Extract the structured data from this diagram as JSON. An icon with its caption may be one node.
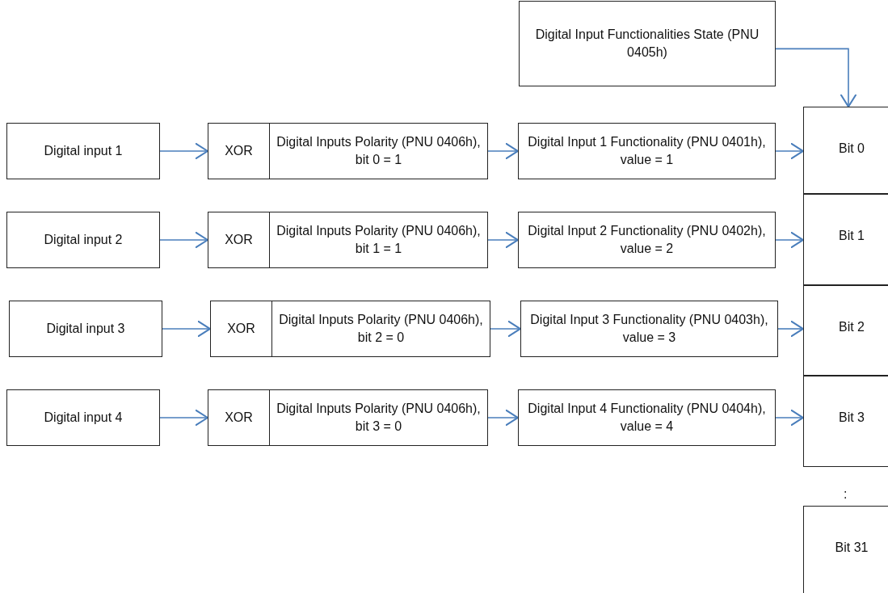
{
  "diagram": {
    "nodes": [
      {
        "text": [
          "Digital Input Functionalities State (PNU 0405h)"
        ]
      },
      {
        "text": [
          "Digital input 1"
        ]
      },
      {
        "text": [
          "XOR"
        ]
      },
      {
        "text": [
          "Digital Inputs Polarity (PNU 0406h), bit 0 = 1"
        ]
      },
      {
        "text": [
          "Digital Input 1 Functionality (PNU 0401h), value = 1"
        ]
      },
      {
        "text": [
          "Bit 0"
        ]
      },
      {
        "text": [
          "Digital input 2"
        ]
      },
      {
        "text": [
          "XOR"
        ]
      },
      {
        "text": [
          "Digital Inputs Polarity (PNU 0406h), bit 1 = 1"
        ]
      },
      {
        "text": [
          "Digital Input 2 Functionality (PNU 0402h), value = 2"
        ]
      },
      {
        "text": [
          "Bit 1"
        ]
      },
      {
        "text": [
          "Digital input 3"
        ]
      },
      {
        "text": [
          "XOR"
        ]
      },
      {
        "text": [
          "Digital Inputs Polarity (PNU 0406h), bit 2 = 0"
        ]
      },
      {
        "text": [
          "Digital Input 3 Functionality (PNU 0403h), value = 3"
        ]
      },
      {
        "text": [
          "Bit 2"
        ]
      },
      {
        "text": [
          "Digital input 4"
        ]
      },
      {
        "text": [
          "XOR"
        ]
      },
      {
        "text": [
          "Digital Inputs Polarity (PNU 0406h), bit 3 = 0"
        ]
      },
      {
        "text": [
          "Digital Input 4 Functionality (PNU 0404h), value = 4"
        ]
      },
      {
        "text": [
          "Bit 3"
        ]
      },
      {
        "text": [
          "Bit 31"
        ]
      }
    ],
    "edges": [
      {
        "from": 0,
        "to": 5,
        "arrow": "to"
      },
      {
        "from": 1,
        "to": 2,
        "arrow": "to"
      },
      {
        "from": 3,
        "to": 4,
        "arrow": "to"
      },
      {
        "from": 4,
        "to": 5,
        "arrow": "to"
      },
      {
        "from": 6,
        "to": 7,
        "arrow": "to"
      },
      {
        "from": 8,
        "to": 9,
        "arrow": "to"
      },
      {
        "from": 9,
        "to": 10,
        "arrow": "to"
      },
      {
        "from": 11,
        "to": 12,
        "arrow": "to"
      },
      {
        "from": 13,
        "to": 14,
        "arrow": "to"
      },
      {
        "from": 14,
        "to": 15,
        "arrow": "to"
      },
      {
        "from": 16,
        "to": 17,
        "arrow": "to"
      },
      {
        "from": 18,
        "to": 19,
        "arrow": "to"
      },
      {
        "from": 19,
        "to": 20,
        "arrow": "to"
      }
    ],
    "labels": [
      ":"
    ]
  }
}
